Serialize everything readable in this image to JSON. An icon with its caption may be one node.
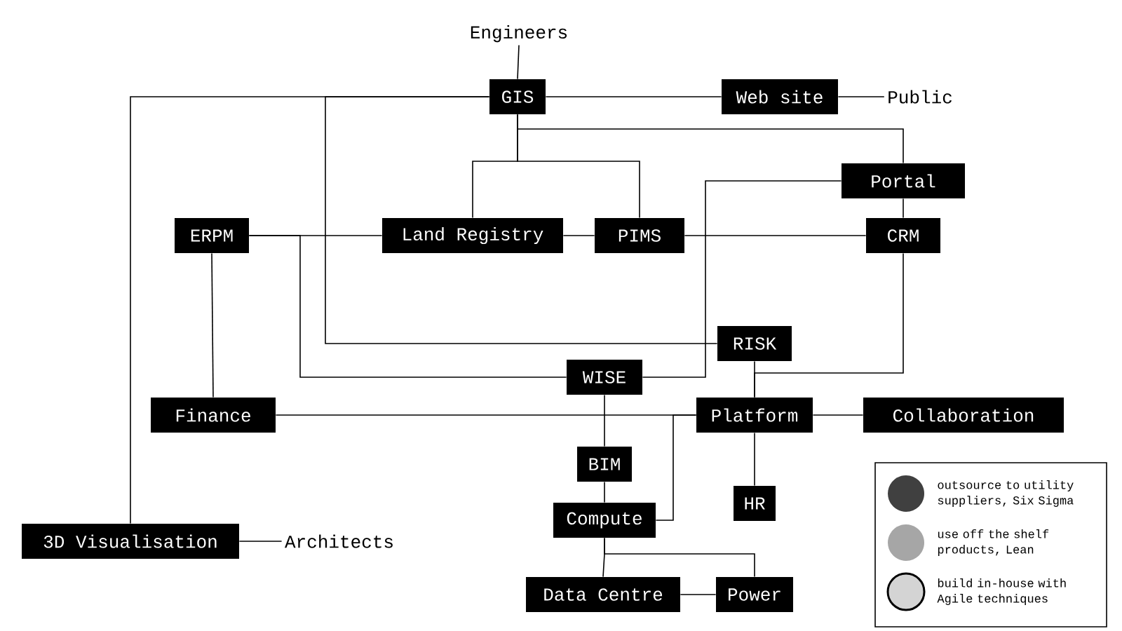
{
  "diagram": {
    "nodes": [
      {
        "text": [
          "Engineers"
        ]
      },
      {
        "text": [
          "GIS"
        ]
      },
      {
        "text": [
          "Web site"
        ]
      },
      {
        "text": [
          "Public"
        ]
      },
      {
        "text": [
          "Portal"
        ]
      },
      {
        "text": [
          "ERPM"
        ]
      },
      {
        "text": [
          "Land Registry"
        ]
      },
      {
        "text": [
          "PIMS"
        ]
      },
      {
        "text": [
          "CRM"
        ]
      },
      {
        "text": [
          "RISK"
        ]
      },
      {
        "text": [
          "WISE"
        ]
      },
      {
        "text": [
          "Finance"
        ]
      },
      {
        "text": [
          "Platform"
        ]
      },
      {
        "text": [
          "Collaboration"
        ]
      },
      {
        "text": [
          "BIM"
        ]
      },
      {
        "text": [
          "HR"
        ]
      },
      {
        "text": [
          "Compute"
        ]
      },
      {
        "text": [
          "3D Visualisation"
        ]
      },
      {
        "text": [
          "Architects"
        ]
      },
      {
        "text": [
          "Data Centre"
        ]
      },
      {
        "text": [
          "Power"
        ]
      }
    ],
    "edges": [
      {
        "from": 0,
        "to": 1,
        "arrow": "none"
      },
      {
        "from": 1,
        "to": 2,
        "arrow": "none"
      },
      {
        "from": 2,
        "to": 3,
        "arrow": "none"
      },
      {
        "from": 1,
        "to": 17,
        "arrow": "none"
      },
      {
        "from": 1,
        "to": 9,
        "arrow": "none"
      },
      {
        "from": 1,
        "to": 6,
        "arrow": "none"
      },
      {
        "from": 1,
        "to": 7,
        "arrow": "none"
      },
      {
        "from": 1,
        "to": 4,
        "arrow": "none"
      },
      {
        "from": 4,
        "to": 8,
        "arrow": "none"
      },
      {
        "from": 4,
        "to": 10,
        "arrow": "none"
      },
      {
        "from": 5,
        "to": 6,
        "arrow": "none"
      },
      {
        "from": 6,
        "to": 7,
        "arrow": "none"
      },
      {
        "from": 7,
        "to": 8,
        "arrow": "none"
      },
      {
        "from": 5,
        "to": 10,
        "arrow": "none"
      },
      {
        "from": 5,
        "to": 11,
        "arrow": "none"
      },
      {
        "from": 8,
        "to": 12,
        "arrow": "none"
      },
      {
        "from": 9,
        "to": 12,
        "arrow": "none"
      },
      {
        "from": 11,
        "to": 12,
        "arrow": "none"
      },
      {
        "from": 12,
        "to": 13,
        "arrow": "none"
      },
      {
        "from": 12,
        "to": 15,
        "arrow": "none"
      },
      {
        "from": 12,
        "to": 16,
        "arrow": "none"
      },
      {
        "from": 10,
        "to": 14,
        "arrow": "none"
      },
      {
        "from": 14,
        "to": 16,
        "arrow": "none"
      },
      {
        "from": 16,
        "to": 19,
        "arrow": "none"
      },
      {
        "from": 16,
        "to": 20,
        "arrow": "none"
      },
      {
        "from": 19,
        "to": 20,
        "arrow": "none"
      },
      {
        "from": 17,
        "to": 18,
        "arrow": "none"
      }
    ],
    "legend": [
      {
        "text": "outsource to utility suppliers, Six Sigma",
        "color": "#404040"
      },
      {
        "text": "use off the shelf products, Lean",
        "color": "#a6a6a6"
      },
      {
        "text": "build in-house with Agile techniques",
        "color": "#d4d4d4"
      }
    ]
  }
}
